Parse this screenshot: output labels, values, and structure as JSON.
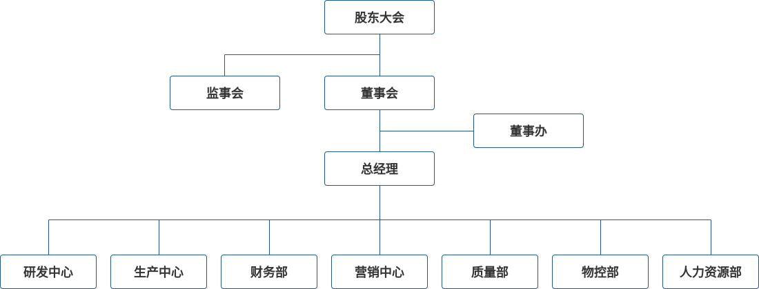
{
  "org_chart": {
    "shareholders_meeting": "股东大会",
    "supervisory_board": "监事会",
    "board_of_directors": "董事会",
    "board_office": "董事办",
    "general_manager": "总经理",
    "departments": [
      "研发中心",
      "生产中心",
      "财务部",
      "营销中心",
      "质量部",
      "物控部",
      "人力资源部"
    ]
  },
  "colors": {
    "line": "#1f5a86",
    "border": "#1f5a86",
    "text": "#333333",
    "background": "#ffffff"
  }
}
